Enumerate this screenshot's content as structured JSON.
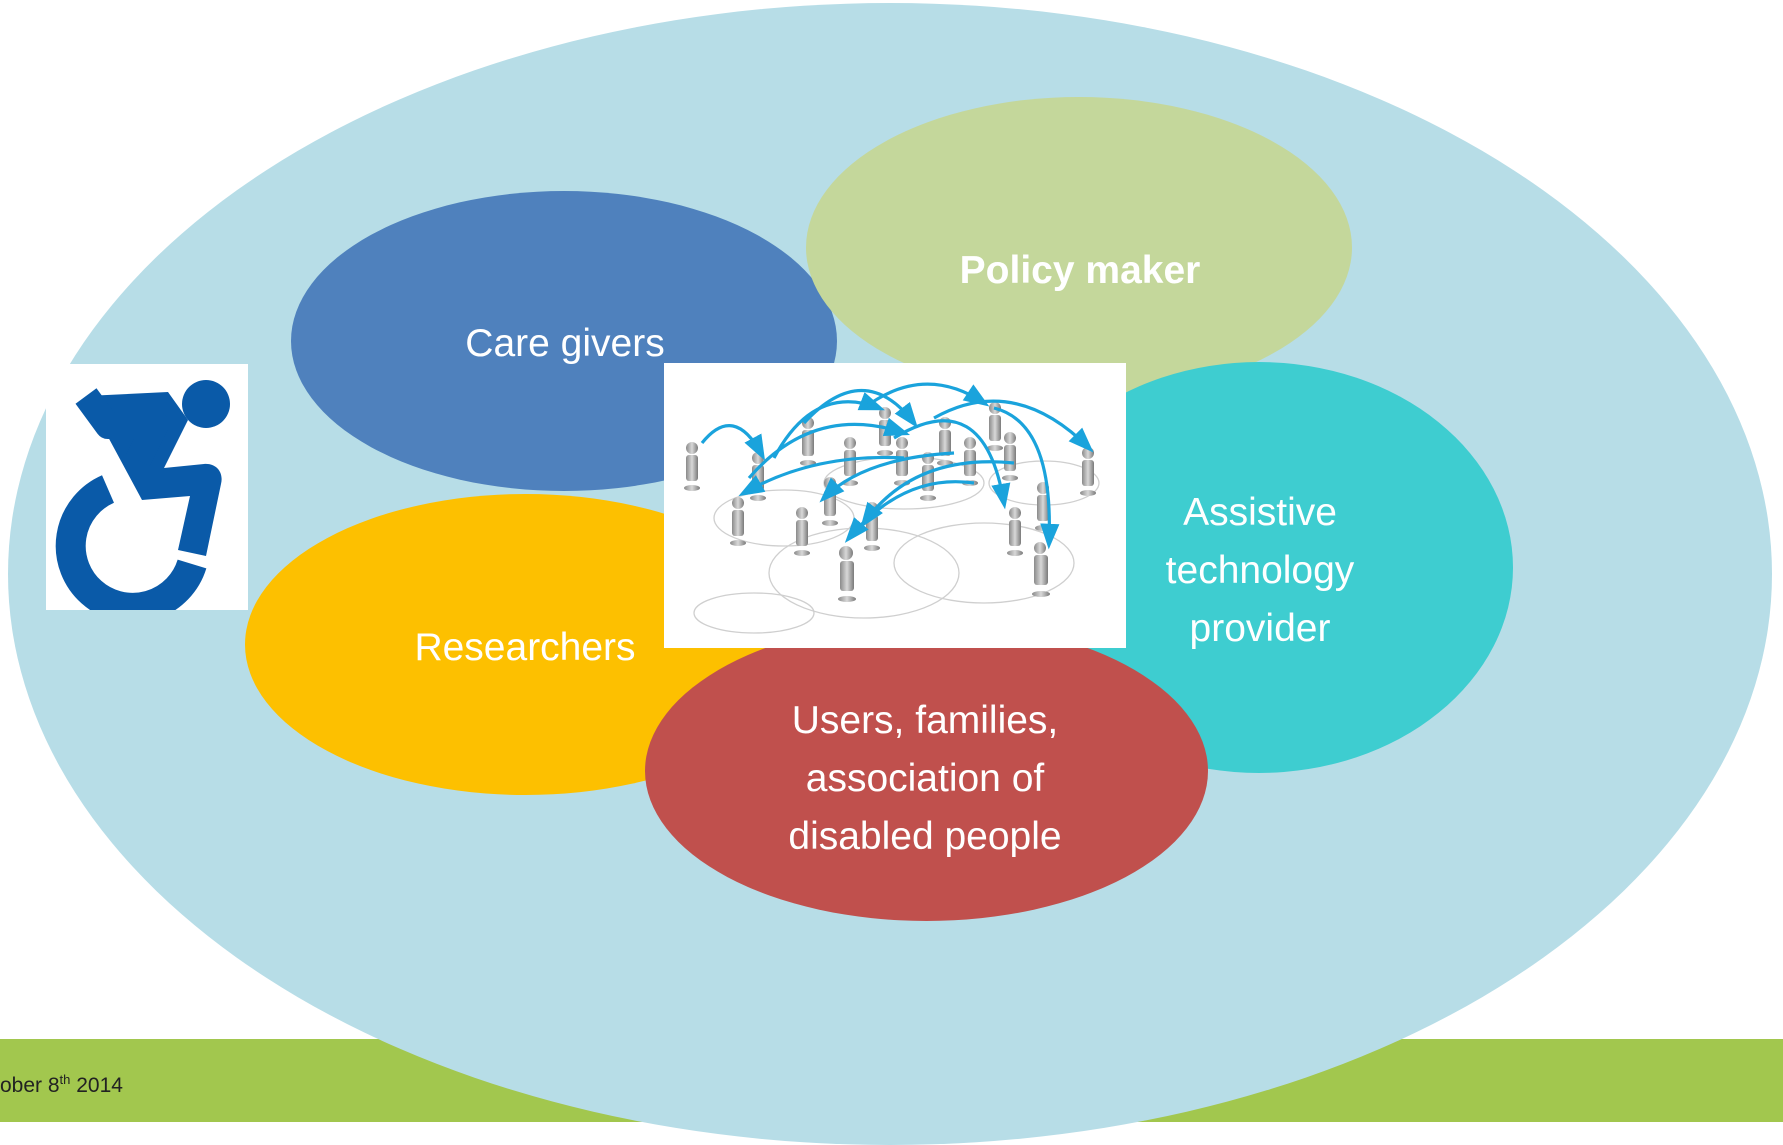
{
  "diagram": {
    "stakeholders": {
      "care_givers": "Care givers",
      "policy_maker": "Policy maker",
      "assistive_provider": "Assistive technology provider",
      "researchers": "Researchers",
      "users_families": "Users, families, association of disabled people"
    },
    "colors": {
      "outer": "#b7dde7",
      "care_givers": "#4f81bd",
      "policy_maker": "#c4d79b",
      "assistive_provider": "#3ecdd0",
      "researchers": "#fdc000",
      "users_families": "#c0504d",
      "footer": "#a2c74e"
    },
    "icons": {
      "accessibility": "accessible-wheelchair-icon",
      "network": "people-network-icon"
    }
  },
  "footer": {
    "date_prefix": "ober 8",
    "date_suffix": "th",
    "date_year": " 2014"
  }
}
